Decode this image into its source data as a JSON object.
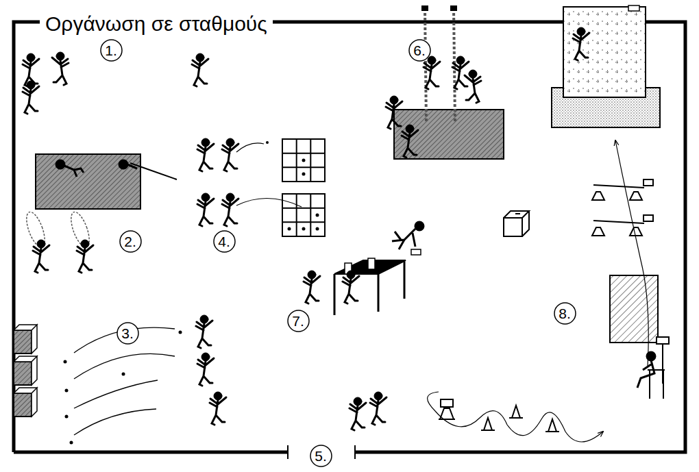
{
  "diagram": {
    "title": "Οργάνωση σε σταθμούς",
    "nodes": [
      {
        "text": [
          "1."
        ]
      },
      {
        "text": [
          "2."
        ]
      },
      {
        "text": [
          "3."
        ]
      },
      {
        "text": [
          "4."
        ]
      },
      {
        "text": [
          "5."
        ]
      },
      {
        "text": [
          "6."
        ]
      },
      {
        "text": [
          "7."
        ]
      },
      {
        "text": [
          "8."
        ]
      }
    ]
  }
}
